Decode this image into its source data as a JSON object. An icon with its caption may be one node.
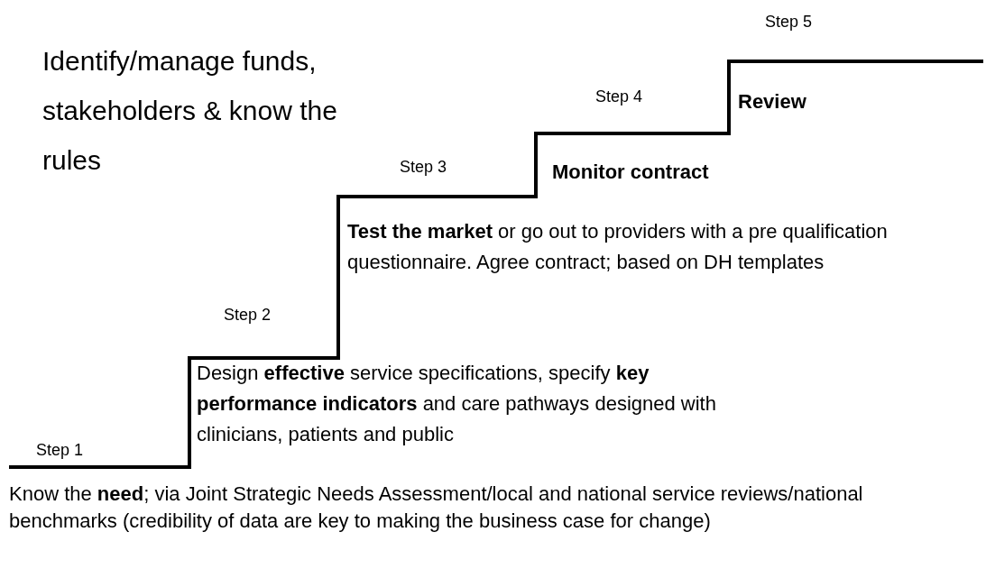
{
  "diagram": {
    "labels": [
      "Step 5",
      "Identify/manage funds, stakeholders & know the rules",
      "Step 4",
      "Review",
      "Step 3",
      "Monitor contract",
      "**Test the market** or go out to providers with a pre qualification questionnaire. Agree contract; based on DH templates",
      "Step 2",
      "Design **effective** service specifications, specify **key performance indicators** and care pathways designed with clinicians, patients and public",
      "Step 1",
      "Know the **need**; via Joint Strategic Needs Assessment/local and national service reviews/national benchmarks (credibility of data are key to making the business case for change)"
    ]
  }
}
